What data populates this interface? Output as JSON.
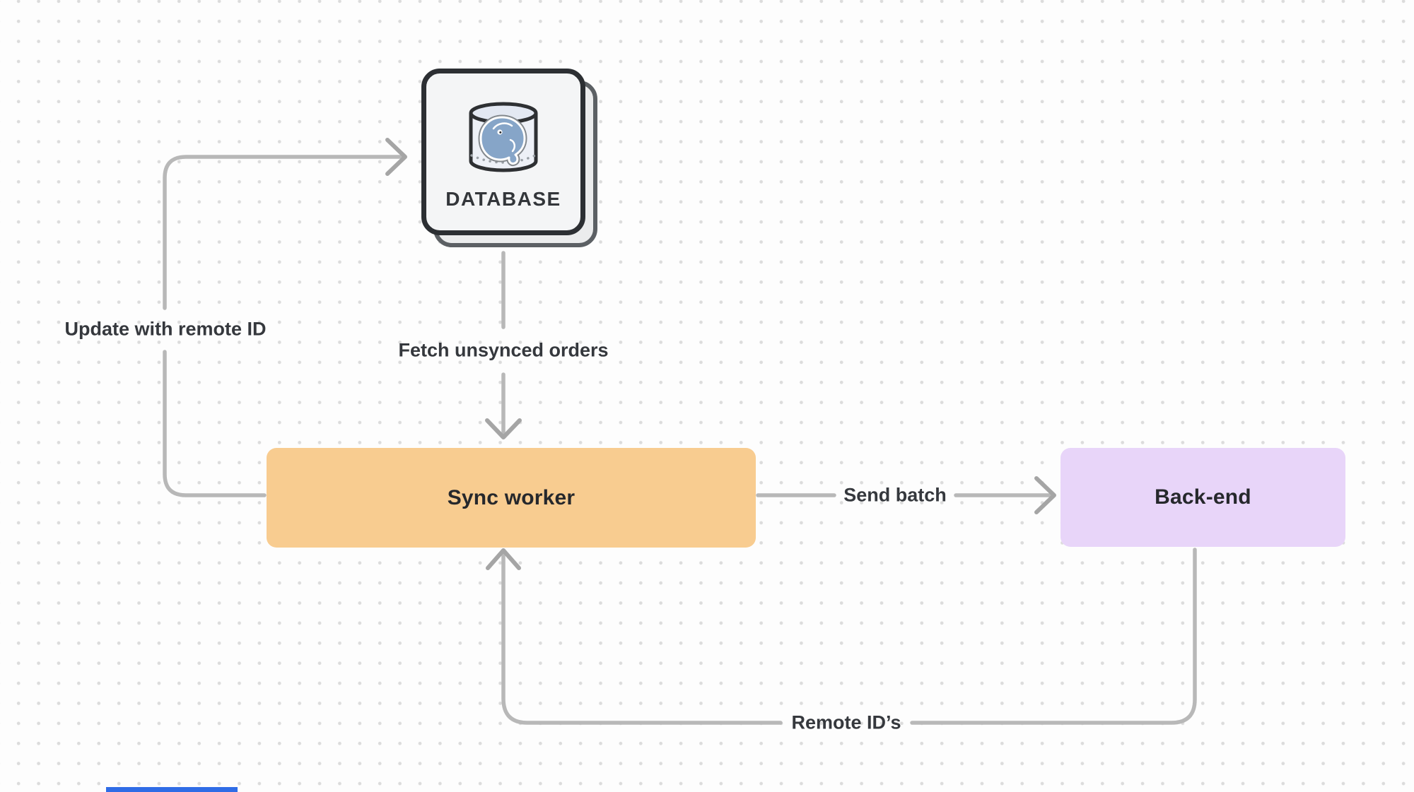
{
  "canvas": {
    "background": "#fdfdfd",
    "dot_color": "#dcdcdc"
  },
  "nodes": {
    "database": {
      "label": "DATABASE",
      "icon": "postgresql-database-icon",
      "fill": "#f4f5f6",
      "border": "#2c2f33",
      "stacked_card": true
    },
    "sync_worker": {
      "label": "Sync worker",
      "fill": "#F8CC90"
    },
    "backend": {
      "label": "Back-end",
      "fill": "#E8D5F9"
    }
  },
  "edges": {
    "update": {
      "label": "Update with remote ID",
      "from": "sync_worker",
      "to": "database"
    },
    "fetch": {
      "label": "Fetch unsynced orders",
      "from": "database",
      "to": "sync_worker"
    },
    "send": {
      "label": "Send batch",
      "from": "sync_worker",
      "to": "backend"
    },
    "remote": {
      "label": "Remote ID’s",
      "from": "backend",
      "to": "sync_worker"
    }
  },
  "colors": {
    "arrow_line": "#b8b8b8",
    "arrow_head": "#a5a5a5",
    "edge_label_text": "#35383d",
    "node_text": "#26282c",
    "elephant_blue": "#86a5c8"
  }
}
